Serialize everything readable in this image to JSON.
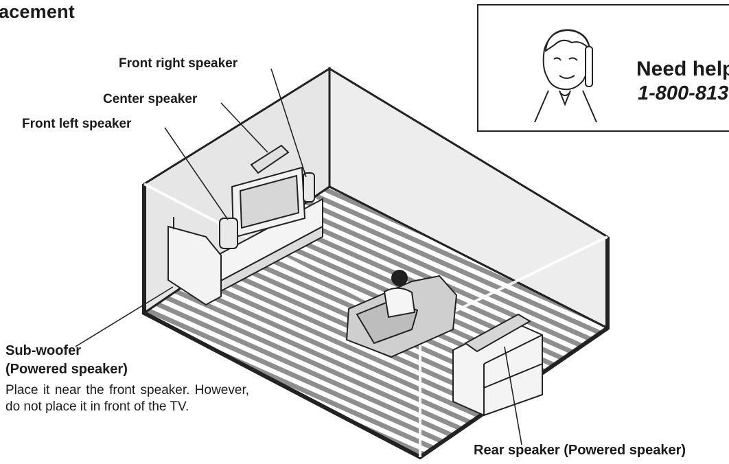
{
  "page": {
    "title": "acement"
  },
  "labels": {
    "front_right": "Front right speaker",
    "center": "Center speaker",
    "front_left": "Front left speaker",
    "subwoofer": "Sub-woofer",
    "subwoofer_type": "(Powered speaker)",
    "subwoofer_note": "Place it near the front speaker. However, do not place it in front of the TV.",
    "rear": "Rear speaker (Powered speaker)"
  },
  "help": {
    "text": "Need help",
    "phone": "1-800-813"
  }
}
